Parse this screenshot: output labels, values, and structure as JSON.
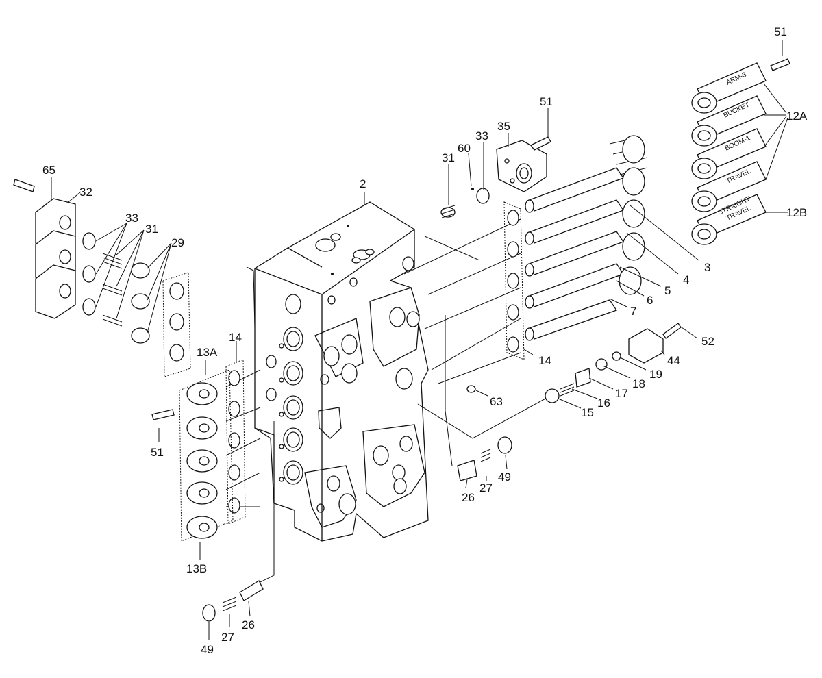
{
  "callouts": {
    "c51_top": "51",
    "c51_mid": "51",
    "c51_left": "51",
    "c12A": "12A",
    "c12B": "12B",
    "c35": "35",
    "c33_a": "33",
    "c33_b": "33",
    "c60": "60",
    "c31_a": "31",
    "c31_b": "31",
    "c65": "65",
    "c32": "32",
    "c29": "29",
    "c2": "2",
    "c3": "3",
    "c4": "4",
    "c5": "5",
    "c6": "6",
    "c7": "7",
    "c14_a": "14",
    "c14_b": "14",
    "c13A": "13A",
    "c13B": "13B",
    "c52": "52",
    "c44": "44",
    "c19": "19",
    "c18": "18",
    "c17": "17",
    "c16": "16",
    "c15": "15",
    "c63": "63",
    "c26_a": "26",
    "c27_a": "27",
    "c49_a": "49",
    "c26_b": "26",
    "c27_b": "27",
    "c49_b": "49"
  },
  "cap_labels": {
    "arm3": "ARM-3",
    "bucket": "BUCKET",
    "boom1": "BOOM-1",
    "travel": "TRAVEL",
    "straight": "STRAIGHT",
    "straight_travel": "TRAVEL"
  }
}
